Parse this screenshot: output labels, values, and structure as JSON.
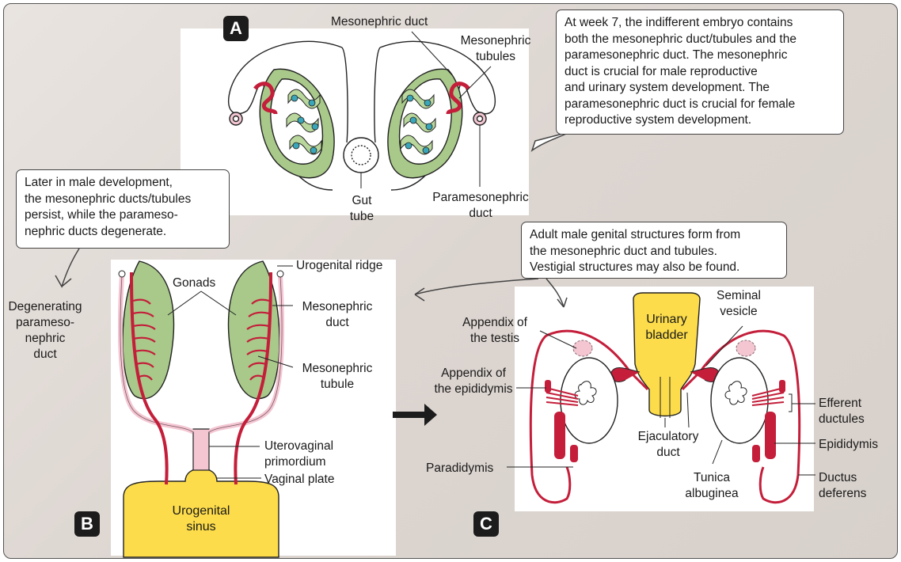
{
  "panels": {
    "a": "A",
    "b": "B",
    "c": "C"
  },
  "panel_a": {
    "labels": {
      "mesonephric_duct": "Mesonephric duct",
      "mesonephric_tubules_1": "Mesonephric",
      "mesonephric_tubules_2": "tubules",
      "gut_tube_1": "Gut",
      "gut_tube_2": "tube",
      "paramesonephric_duct_1": "Paramesonephric",
      "paramesonephric_duct_2": "duct"
    },
    "callout": [
      "At week 7, the indifferent embryo contains",
      "both the mesonephric duct/tubules and the",
      "paramesonephric duct. The mesonephric",
      "duct is crucial for male reproductive",
      "and urinary system development. The",
      "paramesonephric duct is crucial for female",
      "reproductive system development."
    ]
  },
  "panel_b": {
    "callout": [
      "Later in male development,",
      "the mesonephric ducts/tubules",
      "persist, while the parameso-",
      "nephric ducts degenerate."
    ],
    "labels": {
      "degenerating_1": "Degenerating",
      "degenerating_2": "parameso-",
      "degenerating_3": "nephric",
      "degenerating_4": "duct",
      "gonads": "Gonads",
      "urogenital_ridge": "Urogenital ridge",
      "mesonephric_duct_1": "Mesonephric",
      "mesonephric_duct_2": "duct",
      "mesonephric_tubule_1": "Mesonephric",
      "mesonephric_tubule_2": "tubule",
      "uterovaginal_1": "Uterovaginal",
      "uterovaginal_2": "primordium",
      "vaginal_plate": "Vaginal plate",
      "urogenital_sinus_1": "Urogenital",
      "urogenital_sinus_2": "sinus"
    }
  },
  "panel_c": {
    "callout": [
      "Adult male genital structures form from",
      "the mesonephric duct and tubules.",
      "Vestigial structures may also be found."
    ],
    "labels": {
      "appendix_testis_1": "Appendix of",
      "appendix_testis_2": "the testis",
      "appendix_epididymis_1": "Appendix of",
      "appendix_epididymis_2": "the epididymis",
      "paradidymis": "Paradidymis",
      "urinary_bladder_1": "Urinary",
      "urinary_bladder_2": "bladder",
      "seminal_vesicle_1": "Seminal",
      "seminal_vesicle_2": "vesicle",
      "ejaculatory_duct_1": "Ejaculatory",
      "ejaculatory_duct_2": "duct",
      "tunica_albuginea_1": "Tunica",
      "tunica_albuginea_2": "albuginea",
      "efferent_ductules_1": "Efferent",
      "efferent_ductules_2": "ductules",
      "epididymis": "Epididymis",
      "ductus_deferens_1": "Ductus",
      "ductus_deferens_2": "deferens"
    }
  },
  "colors": {
    "duct_red": "#c41e3a",
    "gonad_green": "#a8c98a",
    "pale_pink": "#f3c6d2",
    "sinus_yellow": "#fcdc4a",
    "background": "#ddd6d0"
  }
}
